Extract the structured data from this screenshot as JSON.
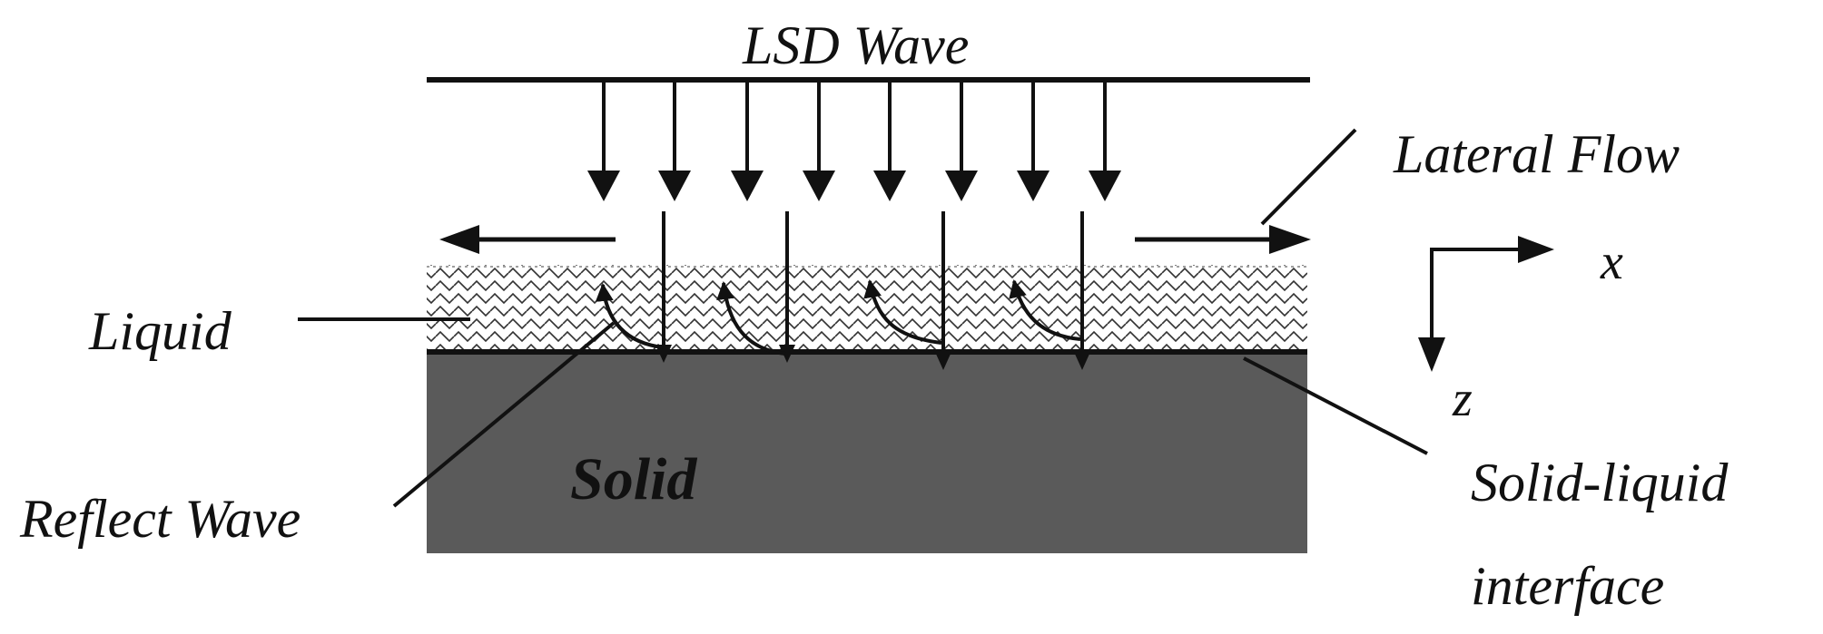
{
  "labels": {
    "lsd_wave": "LSD Wave",
    "lateral_flow": "Lateral Flow",
    "liquid": "Liquid",
    "reflect_wave": "Reflect Wave",
    "solid": "Solid",
    "interface_line1": "Solid-liquid",
    "interface_line2": "interface",
    "axis_x": "x",
    "axis_z": "z"
  },
  "colors": {
    "solid_fill": "#5a5a5a",
    "line": "#111111",
    "liquid_wave": "#333333"
  }
}
